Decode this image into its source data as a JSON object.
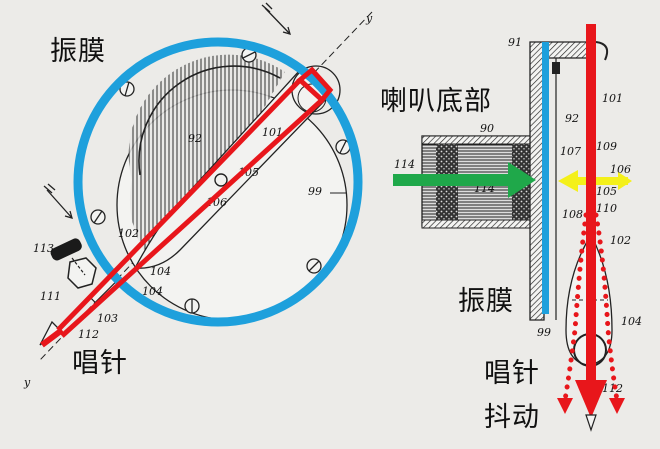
{
  "labels": {
    "left_diaphragm": "振膜",
    "left_stylus": "唱针",
    "horn_base": "喇叭底部",
    "right_diaphragm": "振膜",
    "right_stylus_line1": "唱针",
    "right_stylus_line2": "抖动"
  },
  "reference_numbers": {
    "left_view": [
      "92",
      "101",
      "105",
      "106",
      "99",
      "102",
      "113",
      "111",
      "103",
      "104",
      "104",
      "112",
      "y",
      "y"
    ],
    "side_view": [
      "91",
      "101",
      "92",
      "90",
      "109",
      "107",
      "106",
      "114",
      "114",
      "105",
      "110",
      "108",
      "102",
      "104",
      "99",
      "112"
    ]
  },
  "colors": {
    "diaphragm_highlight": "#1ea0dc",
    "stylus_arm_highlight": "#e8161b",
    "sound_flow_arrow": "#1fa84a",
    "vibration_arrow": "#f4f01a",
    "background": "#ecebe8",
    "ink": "#111111"
  }
}
